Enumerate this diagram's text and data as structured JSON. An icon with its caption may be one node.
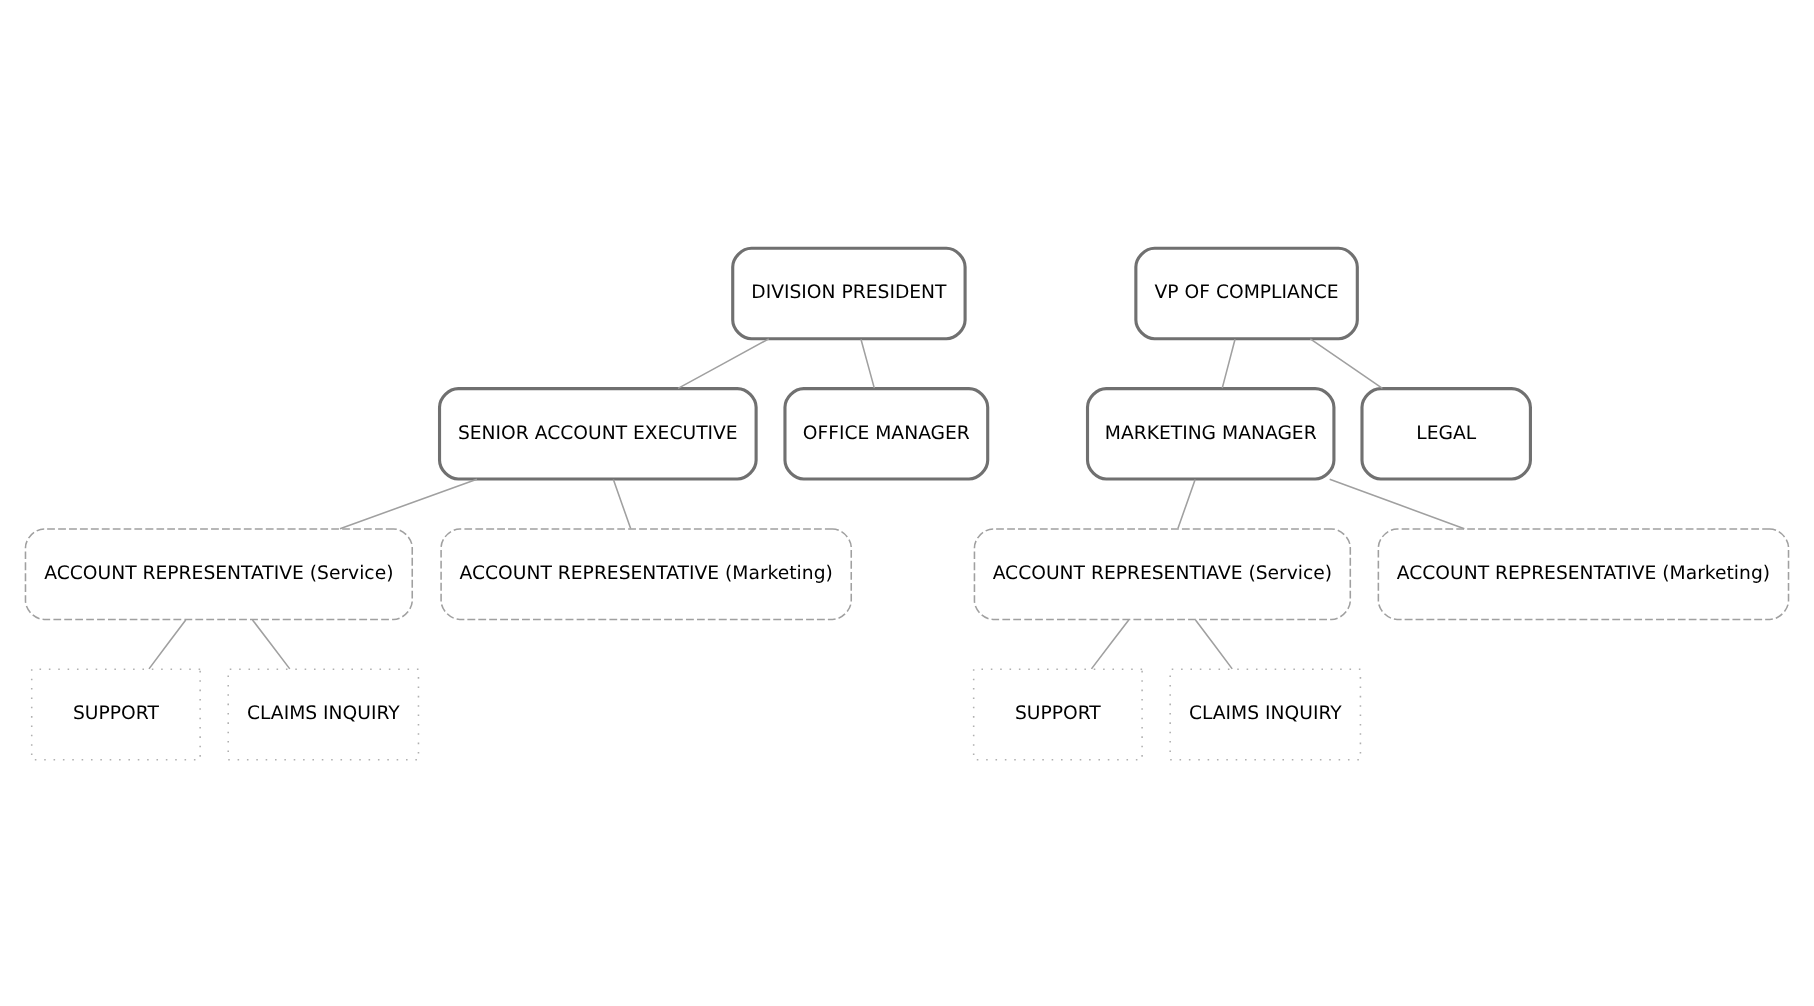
{
  "diagram": {
    "nodes": [
      {
        "text": [
          "DIVISION PRESIDENT"
        ]
      },
      {
        "text": [
          "VP OF COMPLIANCE"
        ]
      },
      {
        "text": [
          "SENIOR ACCOUNT EXECUTIVE"
        ]
      },
      {
        "text": [
          "OFFICE MANAGER"
        ]
      },
      {
        "text": [
          "MARKETING MANAGER"
        ]
      },
      {
        "text": [
          "LEGAL"
        ]
      },
      {
        "text": [
          "ACCOUNT REPRESENTATIVE (Service)"
        ]
      },
      {
        "text": [
          "ACCOUNT REPRESENTATIVE (Marketing)"
        ]
      },
      {
        "text": [
          "ACCOUNT REPRESENTIAVE (Service)"
        ]
      },
      {
        "text": [
          "ACCOUNT REPRESENTATIVE (Marketing)"
        ]
      },
      {
        "text": [
          "SUPPORT"
        ]
      },
      {
        "text": [
          "CLAIMS INQUIRY"
        ]
      },
      {
        "text": [
          "SUPPORT"
        ]
      },
      {
        "text": [
          "CLAIMS INQUIRY"
        ]
      }
    ],
    "edges": [
      {
        "from": 0,
        "to": 2,
        "arrow": "none"
      },
      {
        "from": 0,
        "to": 3,
        "arrow": "none"
      },
      {
        "from": 1,
        "to": 4,
        "arrow": "none"
      },
      {
        "from": 1,
        "to": 5,
        "arrow": "none"
      },
      {
        "from": 2,
        "to": 6,
        "arrow": "none"
      },
      {
        "from": 2,
        "to": 7,
        "arrow": "none"
      },
      {
        "from": 4,
        "to": 8,
        "arrow": "none"
      },
      {
        "from": 4,
        "to": 9,
        "arrow": "none"
      },
      {
        "from": 6,
        "to": 10,
        "arrow": "none"
      },
      {
        "from": 6,
        "to": 11,
        "arrow": "none"
      },
      {
        "from": 8,
        "to": 12,
        "arrow": "none"
      },
      {
        "from": 8,
        "to": 13,
        "arrow": "none"
      }
    ]
  }
}
